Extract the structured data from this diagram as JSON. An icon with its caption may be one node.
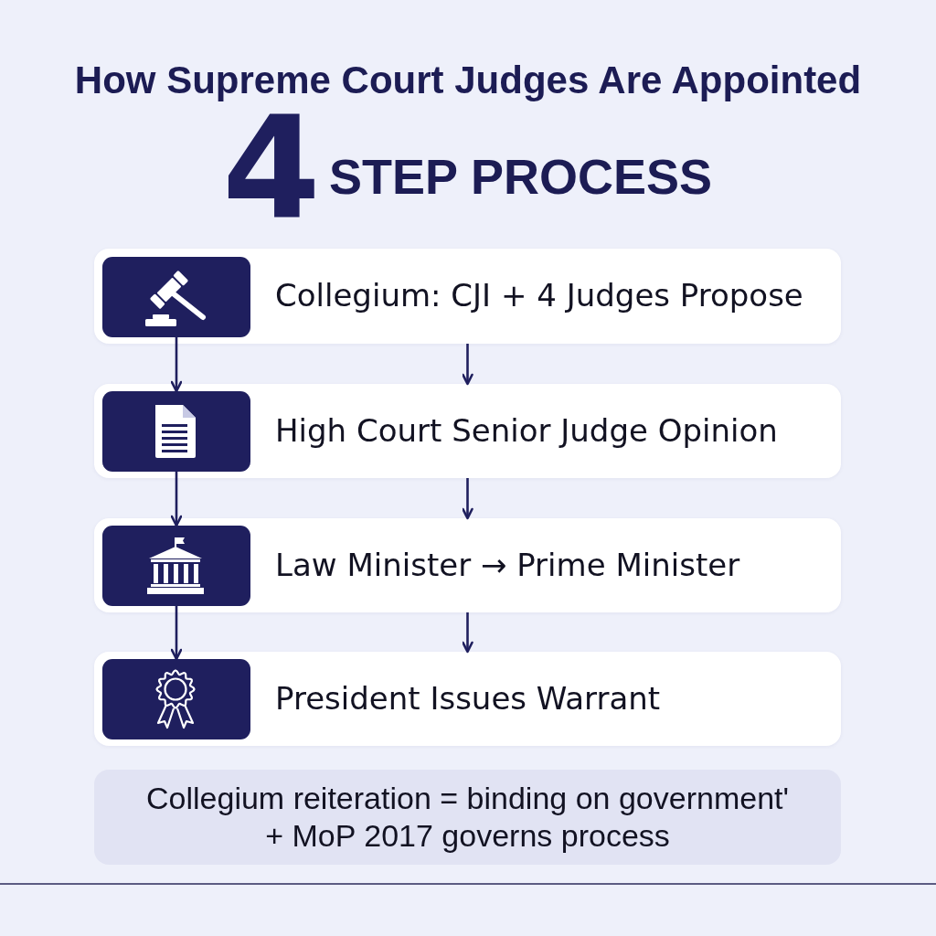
{
  "diagram": {
    "title": "How Supreme Court Judges Are Appointed",
    "nodes": [
      {
        "text": [
          "Collegium: CJI + 4 Judges Propose"
        ]
      },
      {
        "text": [],
        "shape": "picture",
        "in": 0
      },
      {
        "text": [
          "High Court Senior Judge Opinion"
        ]
      },
      {
        "text": [],
        "shape": "picture",
        "in": 2
      },
      {
        "text": [
          "Law Minister → Prime Minister"
        ]
      },
      {
        "text": [],
        "shape": "picture",
        "in": 4
      },
      {
        "text": [
          "President Issues Warrant"
        ]
      },
      {
        "text": [],
        "shape": "picture",
        "in": 6
      },
      {
        "text": [
          "Collegium reiteration = binding on government' + MoP 2017 governs process"
        ]
      }
    ],
    "edges": [
      {
        "from": 1,
        "to": 3,
        "arrow": "to"
      },
      {
        "from": 0,
        "to": 2,
        "arrow": "to"
      },
      {
        "from": 3,
        "to": 5,
        "arrow": "to"
      },
      {
        "from": 2,
        "to": 4,
        "arrow": "to"
      },
      {
        "from": 5,
        "to": 7,
        "arrow": "to"
      },
      {
        "from": 4,
        "to": 6,
        "arrow": "to"
      }
    ],
    "labels": [
      "4",
      "STEP PROCESS"
    ]
  }
}
